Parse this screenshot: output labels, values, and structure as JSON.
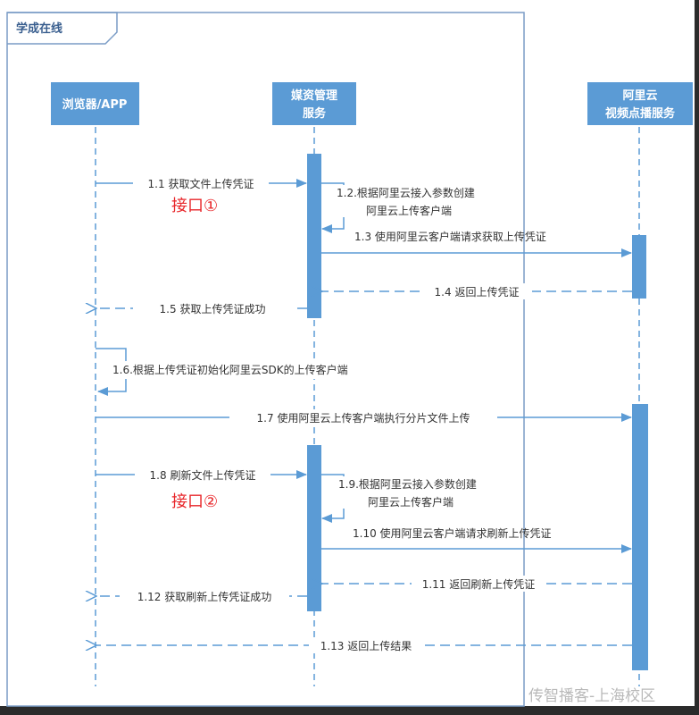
{
  "frame": {
    "title": "学成在线"
  },
  "participants": [
    {
      "id": "browser",
      "label_lines": [
        "浏览器/APP"
      ]
    },
    {
      "id": "media",
      "label_lines": [
        "媒资管理",
        "服务"
      ]
    },
    {
      "id": "aliyun",
      "label_lines": [
        "阿里云",
        "视频点播服务"
      ]
    }
  ],
  "messages": [
    {
      "id": "m1_1",
      "label_lines": [
        "1.1 获取文件上传凭证"
      ],
      "style": "solid"
    },
    {
      "id": "m1_2",
      "label_lines": [
        "1.2.根据阿里云接入参数创建",
        "阿里云上传客户端"
      ],
      "style": "solid"
    },
    {
      "id": "m1_3",
      "label_lines": [
        "1.3 使用阿里云客户端请求获取上传凭证"
      ],
      "style": "solid"
    },
    {
      "id": "m1_4",
      "label_lines": [
        "1.4 返回上传凭证"
      ],
      "style": "dashed"
    },
    {
      "id": "m1_5",
      "label_lines": [
        "1.5 获取上传凭证成功"
      ],
      "style": "dashed"
    },
    {
      "id": "m1_6",
      "label_lines": [
        "1.6.根据上传凭证初始化阿里云SDK的上传客户端"
      ],
      "style": "solid"
    },
    {
      "id": "m1_7",
      "label_lines": [
        "1.7 使用阿里云上传客户端执行分片文件上传"
      ],
      "style": "solid"
    },
    {
      "id": "m1_8",
      "label_lines": [
        "1.8 刷新文件上传凭证"
      ],
      "style": "solid"
    },
    {
      "id": "m1_9",
      "label_lines": [
        "1.9.根据阿里云接入参数创建",
        "阿里云上传客户端"
      ],
      "style": "solid"
    },
    {
      "id": "m1_10",
      "label_lines": [
        "1.10 使用阿里云客户端请求刷新上传凭证"
      ],
      "style": "solid"
    },
    {
      "id": "m1_11",
      "label_lines": [
        "1.11 返回刷新上传凭证"
      ],
      "style": "dashed"
    },
    {
      "id": "m1_12",
      "label_lines": [
        "1.12 获取刷新上传凭证成功"
      ],
      "style": "dashed"
    },
    {
      "id": "m1_13",
      "label_lines": [
        "1.13 返回上传结果"
      ],
      "style": "dashed"
    }
  ],
  "interfaces": [
    {
      "id": "iface1",
      "label": "接口①"
    },
    {
      "id": "iface2",
      "label": "接口②"
    }
  ],
  "watermark": "传智播客-上海校区",
  "colors": {
    "primary": "#5b9bd5",
    "frame": "#7a9cc6",
    "interface": "#e8262a",
    "canvas": "#ffffff",
    "outer": "#2b2b2b"
  }
}
